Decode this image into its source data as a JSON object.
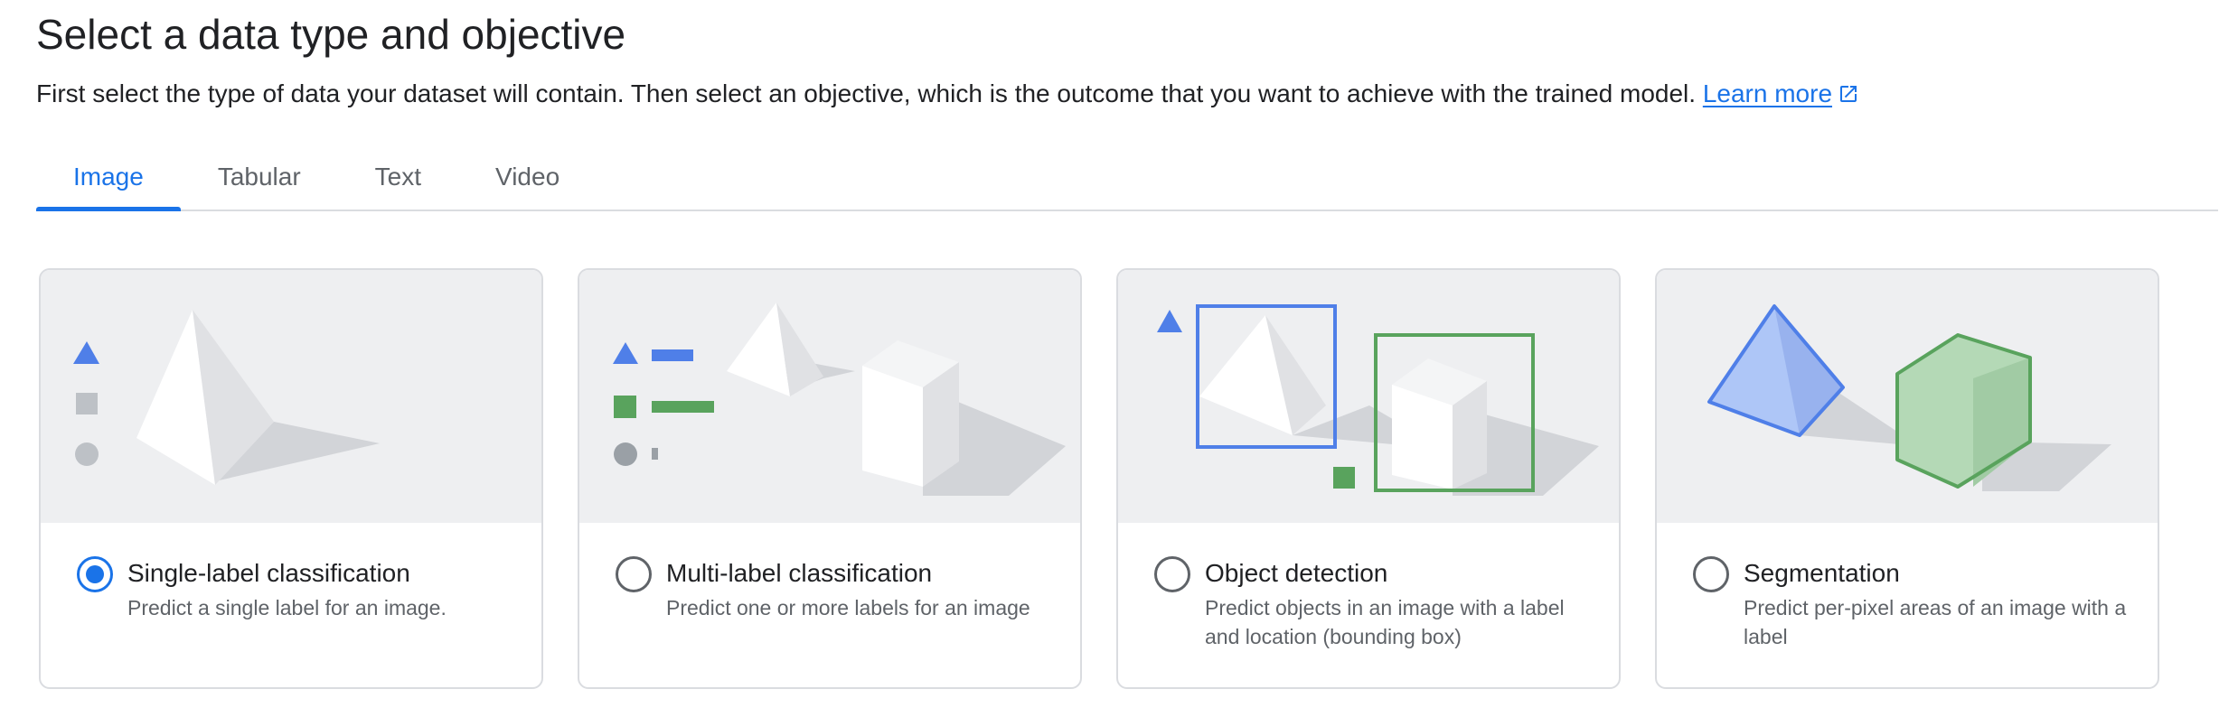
{
  "header": {
    "title": "Select a data type and objective",
    "description": "First select the type of data your dataset will contain. Then select an objective, which is the outcome that you want to achieve with the trained model.",
    "learn_more_label": "Learn more"
  },
  "tabs": [
    {
      "label": "Image",
      "active": true
    },
    {
      "label": "Tabular",
      "active": false
    },
    {
      "label": "Text",
      "active": false
    },
    {
      "label": "Video",
      "active": false
    }
  ],
  "objectives": [
    {
      "title": "Single-label classification",
      "description": "Predict a single label for an image.",
      "selected": true
    },
    {
      "title": "Multi-label classification",
      "description": "Predict one or more labels for an image",
      "selected": false
    },
    {
      "title": "Object detection",
      "description": "Predict objects in an image with a label and location (bounding box)",
      "selected": false
    },
    {
      "title": "Segmentation",
      "description": "Predict per-pixel areas of an image with a label",
      "selected": false
    }
  ],
  "colors": {
    "accent_blue": "#1a73e8",
    "shape_blue": "#4f7fe8",
    "shape_green": "#59a35d",
    "light_blue_fill": "#aec6f7",
    "light_green_fill": "#b4d9b6",
    "gray_shape": "#bdc1c6",
    "illustration_bg": "#eeeff1"
  },
  "icons": {
    "learn_more": "open-in-new-icon"
  }
}
